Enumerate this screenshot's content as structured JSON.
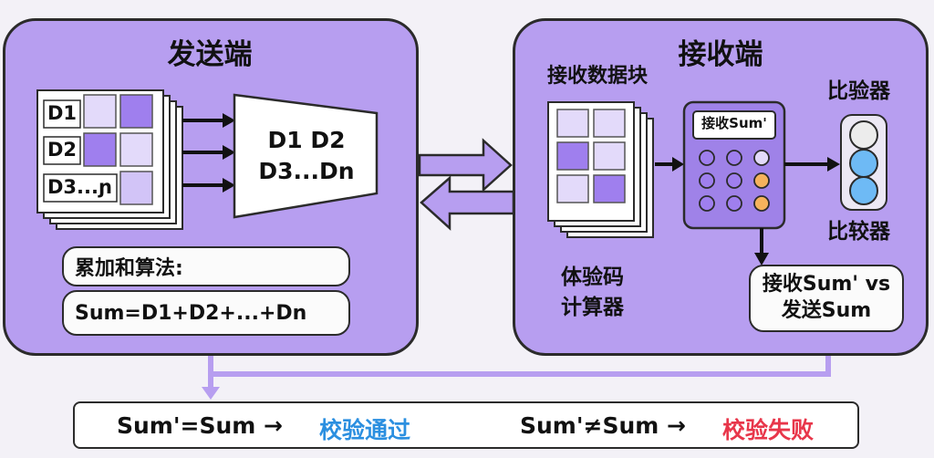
{
  "sender": {
    "title": "发送端",
    "rows": [
      "D1",
      "D2",
      "D3...ɲ"
    ],
    "merge_text_1": "D1 D2",
    "merge_text_2": "D3...Dn",
    "algo_label": "累加和算法:",
    "formula": "Sum=D1+D2+...+Dn"
  },
  "receiver": {
    "title": "接收端",
    "blocks_label": "接收数据块",
    "calc_screen": "接收Sum'",
    "calc_label_1": "体验码",
    "calc_label_2": "计算器",
    "comparator_top": "比验器",
    "comparator_bottom": "比较器",
    "compare_line_1": "接收Sum' vs",
    "compare_line_2": "发送Sum"
  },
  "result": {
    "pass_expr": "Sum'=Sum →",
    "pass_text": "校验通过",
    "fail_expr": "Sum'≠Sum →",
    "fail_text": "校验失败"
  },
  "colors": {
    "panel": "#b79ef0",
    "cell_light": "#e3dafa",
    "cell_dark": "#9f7fee",
    "pass": "#2b8fe0",
    "fail": "#e8364a",
    "light_blue": "#6ebaf5",
    "orange": "#f5b25c"
  }
}
